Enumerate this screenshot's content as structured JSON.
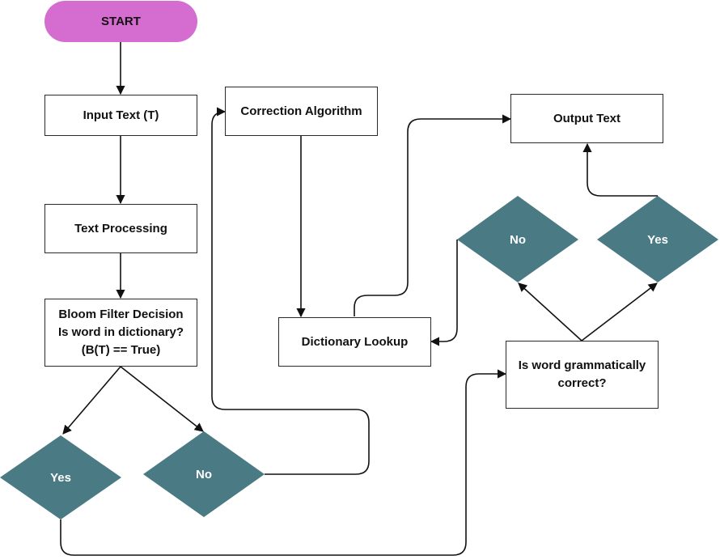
{
  "colors": {
    "start_fill": "#d56ccf",
    "diamond_fill": "#4a7a83",
    "box_border": "#2a2a2a",
    "arrow": "#111111"
  },
  "nodes": {
    "start": "START",
    "input_text": "Input Text (T)",
    "text_processing": "Text Processing",
    "bloom_filter": [
      "Bloom Filter Decision",
      "Is word in dictionary?",
      "(B(T) == True)"
    ],
    "correction_algorithm": "Correction Algorithm",
    "dictionary_lookup": "Dictionary Lookup",
    "output_text": "Output Text",
    "grammar_check": [
      "Is word grammatically",
      "correct?"
    ]
  },
  "decisions": {
    "bloom_yes": "Yes",
    "bloom_no": "No",
    "grammar_no": "No",
    "grammar_yes": "Yes"
  }
}
